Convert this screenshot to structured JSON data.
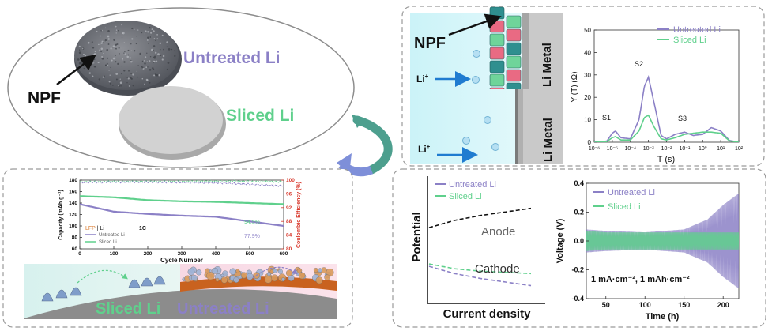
{
  "colors": {
    "untreated": "#8b80c6",
    "sliced": "#5fd08c",
    "red_axis": "#d93a2e",
    "panel_border": "#9a9a9a",
    "li_metal_gray": "#c9c9c9",
    "electrolyte_blue": "#bfeef5",
    "arrow_teal": "#4d9f8e",
    "arrow_purple": "#7e8fd9",
    "copper": "#c9621f"
  },
  "icons": {
    "npf_pointer": "arrow-icon",
    "ion_flow": "arrow-icon",
    "panel_transition": "curved-arrow-icon"
  },
  "top_left": {
    "untreated_label": "Untreated Li",
    "sliced_label": "Sliced Li",
    "npf_label": "NPF"
  },
  "top_right": {
    "npf_label": "NPF",
    "li_plus_1": "Li",
    "li_plus_2": "Li",
    "plus": "+",
    "li_metal_1": "Li Metal",
    "li_metal_2": "Li Metal",
    "legend_untreated": "Untreated Li",
    "legend_sliced": "Sliced Li",
    "ylabel": "Y (T) (Ω)",
    "xlabel": "T (s)",
    "peak_s1": "S1",
    "peak_s2": "S2",
    "peak_s3": "S3"
  },
  "bottom_left": {
    "ylabel_left": "Capacity (mAh g⁻¹)",
    "ylabel_right": "Coulombic Efficiency (%)",
    "xlabel": "Cycle Number",
    "legend_lfp": "LFP",
    "legend_sep": " | ",
    "legend_li": "Li",
    "legend_rate": "1C",
    "legend_untreated": "Untreated Li",
    "legend_sliced": "Sliced Li",
    "retention_sliced": "94.5%",
    "retention_untreated": "77.9%",
    "sliced_label": "Sliced Li",
    "untreated_label": "Untreated Li"
  },
  "bottom_right": {
    "legend_untreated": "Untreated Li",
    "legend_sliced": "Sliced Li",
    "ylabel": "Potential",
    "xlabel": "Current density",
    "anode": "Anode",
    "cathode": "Cathode",
    "volt_ylabel": "Voltage (V)",
    "volt_xlabel": "Time (h)",
    "volt_legend_untreated": "Untreated Li",
    "volt_legend_sliced": "Sliced Li",
    "condition": "1 mA·cm⁻², 1 mAh·cm⁻²"
  },
  "chart_data": [
    {
      "type": "line",
      "title": "",
      "xlabel": "T (s)",
      "ylabel": "Y (T) (Ω)",
      "x_scale": "log",
      "xlim": [
        1e-06,
        100
      ],
      "ylim": [
        0,
        50
      ],
      "x_ticks": [
        "10⁻⁶",
        "10⁻⁵",
        "10⁻⁴",
        "10⁻³",
        "10⁻²",
        "10⁻¹",
        "10⁰",
        "10¹",
        "10²"
      ],
      "y_ticks": [
        0,
        10,
        20,
        30,
        40,
        50
      ],
      "x": [
        1e-06,
        5e-06,
        1e-05,
        1.5e-05,
        3e-05,
        0.0001,
        0.0003,
        0.0006,
        0.001,
        0.002,
        0.005,
        0.01,
        0.03,
        0.1,
        0.3,
        1,
        3,
        10,
        30,
        100
      ],
      "series": [
        {
          "name": "Untreated Li",
          "values": [
            0,
            0.5,
            4,
            5,
            2,
            1.5,
            10,
            25,
            29,
            18,
            3,
            1.5,
            3.5,
            4.5,
            3,
            3.5,
            6.5,
            5,
            0.8,
            0
          ]
        },
        {
          "name": "Sliced Li",
          "values": [
            0,
            0.3,
            2,
            2.5,
            1,
            1,
            5,
            11,
            12,
            7,
            1.5,
            1,
            2,
            3.5,
            4,
            4.5,
            4.5,
            4,
            0.6,
            0
          ]
        }
      ]
    },
    {
      "type": "line",
      "title": "",
      "xlabel": "Cycle Number",
      "ylabel": "Capacity (mAh g⁻¹)",
      "y2label": "Coulombic Efficiency (%)",
      "xlim": [
        0,
        600
      ],
      "ylim": [
        60,
        180
      ],
      "y2lim": [
        80,
        100
      ],
      "x_ticks": [
        0,
        100,
        200,
        300,
        400,
        500,
        600
      ],
      "y_ticks": [
        60,
        80,
        100,
        120,
        140,
        160,
        180
      ],
      "y2_ticks": [
        80,
        84,
        88,
        92,
        96,
        100
      ],
      "x": [
        0,
        100,
        200,
        300,
        400,
        450,
        500,
        550,
        600
      ],
      "series": [
        {
          "name": "Sliced Li",
          "values": [
            152,
            150,
            145,
            143,
            142,
            141,
            140,
            139,
            138
          ]
        },
        {
          "name": "Untreated Li",
          "values": [
            138,
            125,
            121,
            118,
            116,
            112,
            108,
            104,
            100
          ]
        },
        {
          "name": "Sliced Li CE",
          "values": [
            99.5,
            99.6,
            99.6,
            99.6,
            99.7,
            99.7,
            99.6,
            99.6,
            99.5
          ]
        },
        {
          "name": "Untreated Li CE",
          "values": [
            99.3,
            99.4,
            99.4,
            99.3,
            99.2,
            99.0,
            98.8,
            98.5,
            98.3
          ]
        }
      ]
    },
    {
      "type": "line",
      "title": "",
      "xlabel": "Current density",
      "ylabel": "Potential",
      "x": [
        0,
        1,
        2,
        3,
        4
      ],
      "series": [
        {
          "name": "Anode",
          "values": [
            0.62,
            0.68,
            0.72,
            0.75,
            0.78
          ]
        },
        {
          "name": "Cathode Sliced Li",
          "values": [
            0.32,
            0.28,
            0.26,
            0.25,
            0.24
          ]
        },
        {
          "name": "Cathode Untreated Li",
          "values": [
            0.3,
            0.24,
            0.2,
            0.17,
            0.14
          ]
        }
      ]
    },
    {
      "type": "line",
      "title": "",
      "xlabel": "Time (h)",
      "ylabel": "Voltage (V)",
      "xlim": [
        25,
        220
      ],
      "ylim": [
        -0.4,
        0.4
      ],
      "x_ticks": [
        50,
        100,
        150,
        200
      ],
      "y_ticks": [
        -0.4,
        -0.2,
        0.0,
        0.2,
        0.4
      ],
      "x": [
        25,
        50,
        100,
        150,
        180,
        200,
        220
      ],
      "series": [
        {
          "name": "Untreated Li",
          "amplitude": [
            0.08,
            0.07,
            0.06,
            0.08,
            0.15,
            0.25,
            0.33
          ]
        },
        {
          "name": "Sliced Li",
          "amplitude": [
            0.07,
            0.06,
            0.06,
            0.06,
            0.06,
            0.06,
            0.06
          ]
        }
      ]
    }
  ]
}
